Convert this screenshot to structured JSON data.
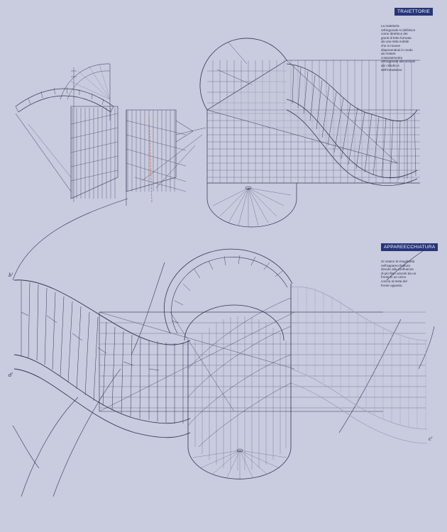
{
  "sections": {
    "top": {
      "heading": "TRAIETTORIE",
      "note": "La traiettoria\northogonale si definisce\ncome direttrice dei\ngiunti di letto formata\nda una retta mobile\nche si muove\ndisponendosi in modo\nda restare\ncostantemente\northogonale alle sezioni\ndei cilindro e\ndell'intradosso."
    },
    "bottom": {
      "heading": "APPAREECCHIATURA",
      "note": "Si notano le irregolarità\nnell'apparecchiatura\ndovute alla confluenza\ndi più filari uscenti da un\nfronte in un unico\nconcio al testa del\nfronte opposto."
    }
  },
  "point_labels": {
    "b_prime": "b'",
    "d_prime": "d'",
    "c_prime": "c'"
  },
  "colors": {
    "background": "#c9cbde",
    "line": "#2f3454",
    "light_line": "#9ea3bf",
    "accent": "#d26a3a",
    "heading_bg": "#27357a"
  }
}
